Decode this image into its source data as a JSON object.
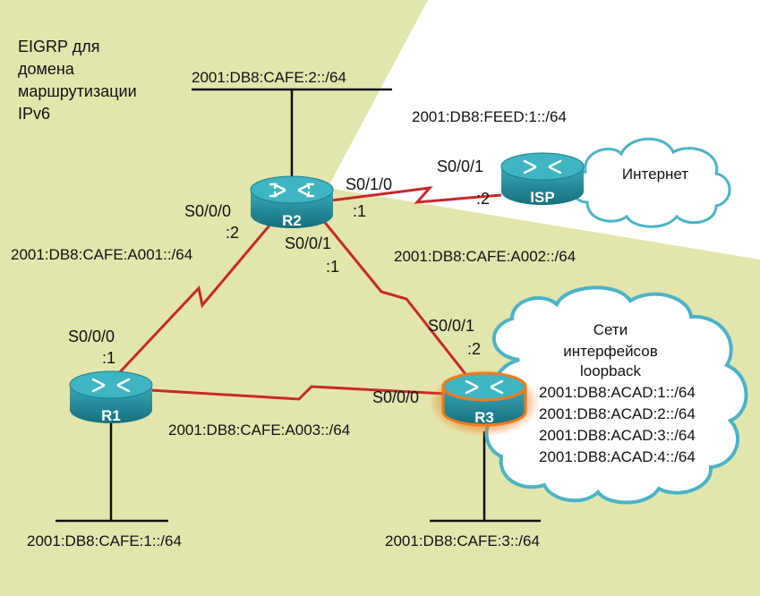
{
  "title_lines": [
    "EIGRP для",
    "домена",
    "маршрутизации",
    "IPv6"
  ],
  "colors": {
    "background_region": "#e2e6ad",
    "serial_link": "#c8282d",
    "ethernet_link": "#111111",
    "router_body": "#1f8a9a",
    "router_top": "#3fb5c2",
    "highlight": "#f07a1a",
    "cloud_border": "#4bb3c7"
  },
  "routers": {
    "r1": "R1",
    "r2": "R2",
    "r3": "R3",
    "isp": "ISP"
  },
  "networks": {
    "r2_lan": "2001:DB8:CAFE:2::/64",
    "isp_link": "2001:DB8:FEED:1::/64",
    "r1_r2": "2001:DB8:CAFE:A001::/64",
    "r2_r3": "2001:DB8:CAFE:A002::/64",
    "r1_r3": "2001:DB8:CAFE:A003::/64",
    "r1_lan": "2001:DB8:CAFE:1::/64",
    "r3_lan": "2001:DB8:CAFE:3::/64"
  },
  "ports": {
    "r2_s010": "S0/1/0",
    "r2_s010_host": ":1",
    "isp_s001": "S0/0/1",
    "isp_s001_host": ":2",
    "r2_s000": "S0/0/0",
    "r2_s000_host": ":2",
    "r2_s001": "S0/0/1",
    "r2_s001_host": ":1",
    "r1_s000": "S0/0/0",
    "r1_s000_host": ":1",
    "r3_s001": "S0/0/1",
    "r3_s001_host": ":2",
    "r3_s000": "S0/0/0"
  },
  "internet_cloud": {
    "label": "Интернет"
  },
  "loopback_cloud": {
    "title_lines": [
      "Сети",
      "интерфейсов",
      "loopback"
    ],
    "networks": [
      "2001:DB8:ACAD:1::/64",
      "2001:DB8:ACAD:2::/64",
      "2001:DB8:ACAD:3::/64",
      "2001:DB8:ACAD:4::/64"
    ]
  }
}
